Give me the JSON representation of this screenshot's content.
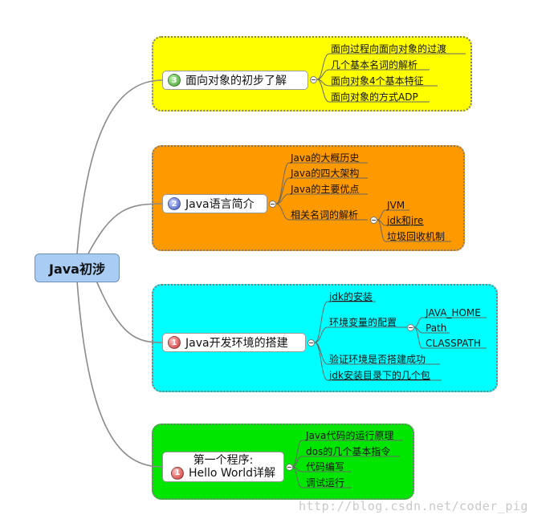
{
  "root": {
    "label": "Java初涉"
  },
  "branches": [
    {
      "badge": "3",
      "label": "面向对象的初步了解",
      "color": "#ffff00",
      "children": [
        "面向过程向面向对象的过渡",
        "几个基本名词的解析",
        "面向对象4个基本特征",
        "面向对象的方式ADP"
      ]
    },
    {
      "badge": "2",
      "label": "Java语言简介",
      "color": "#ff9900",
      "children": [
        "Java的大概历史",
        "Java的四大架构",
        "Java的主要优点",
        "相关名词的解析"
      ],
      "sub": [
        "JVM",
        "jdk和jre",
        "垃圾回收机制"
      ]
    },
    {
      "badge": "1",
      "label": "Java开发环境的搭建",
      "color": "#00ffff",
      "children": [
        "jdk的安装",
        "环境变量的配置",
        "验证环境是否搭建成功",
        "jdk安装目录下的几个包"
      ],
      "sub": [
        "JAVA_HOME",
        "Path",
        "CLASSPATH"
      ]
    },
    {
      "badge": "1",
      "label_line1": "第一个程序:",
      "label_line2": "Hello World详解",
      "color": "#00e600",
      "children": [
        "Java代码的运行原理",
        "dos的几个基本指令",
        "代码编写",
        "调试运行"
      ]
    }
  ],
  "watermark": "http://blog.csdn.net/coder_pig"
}
